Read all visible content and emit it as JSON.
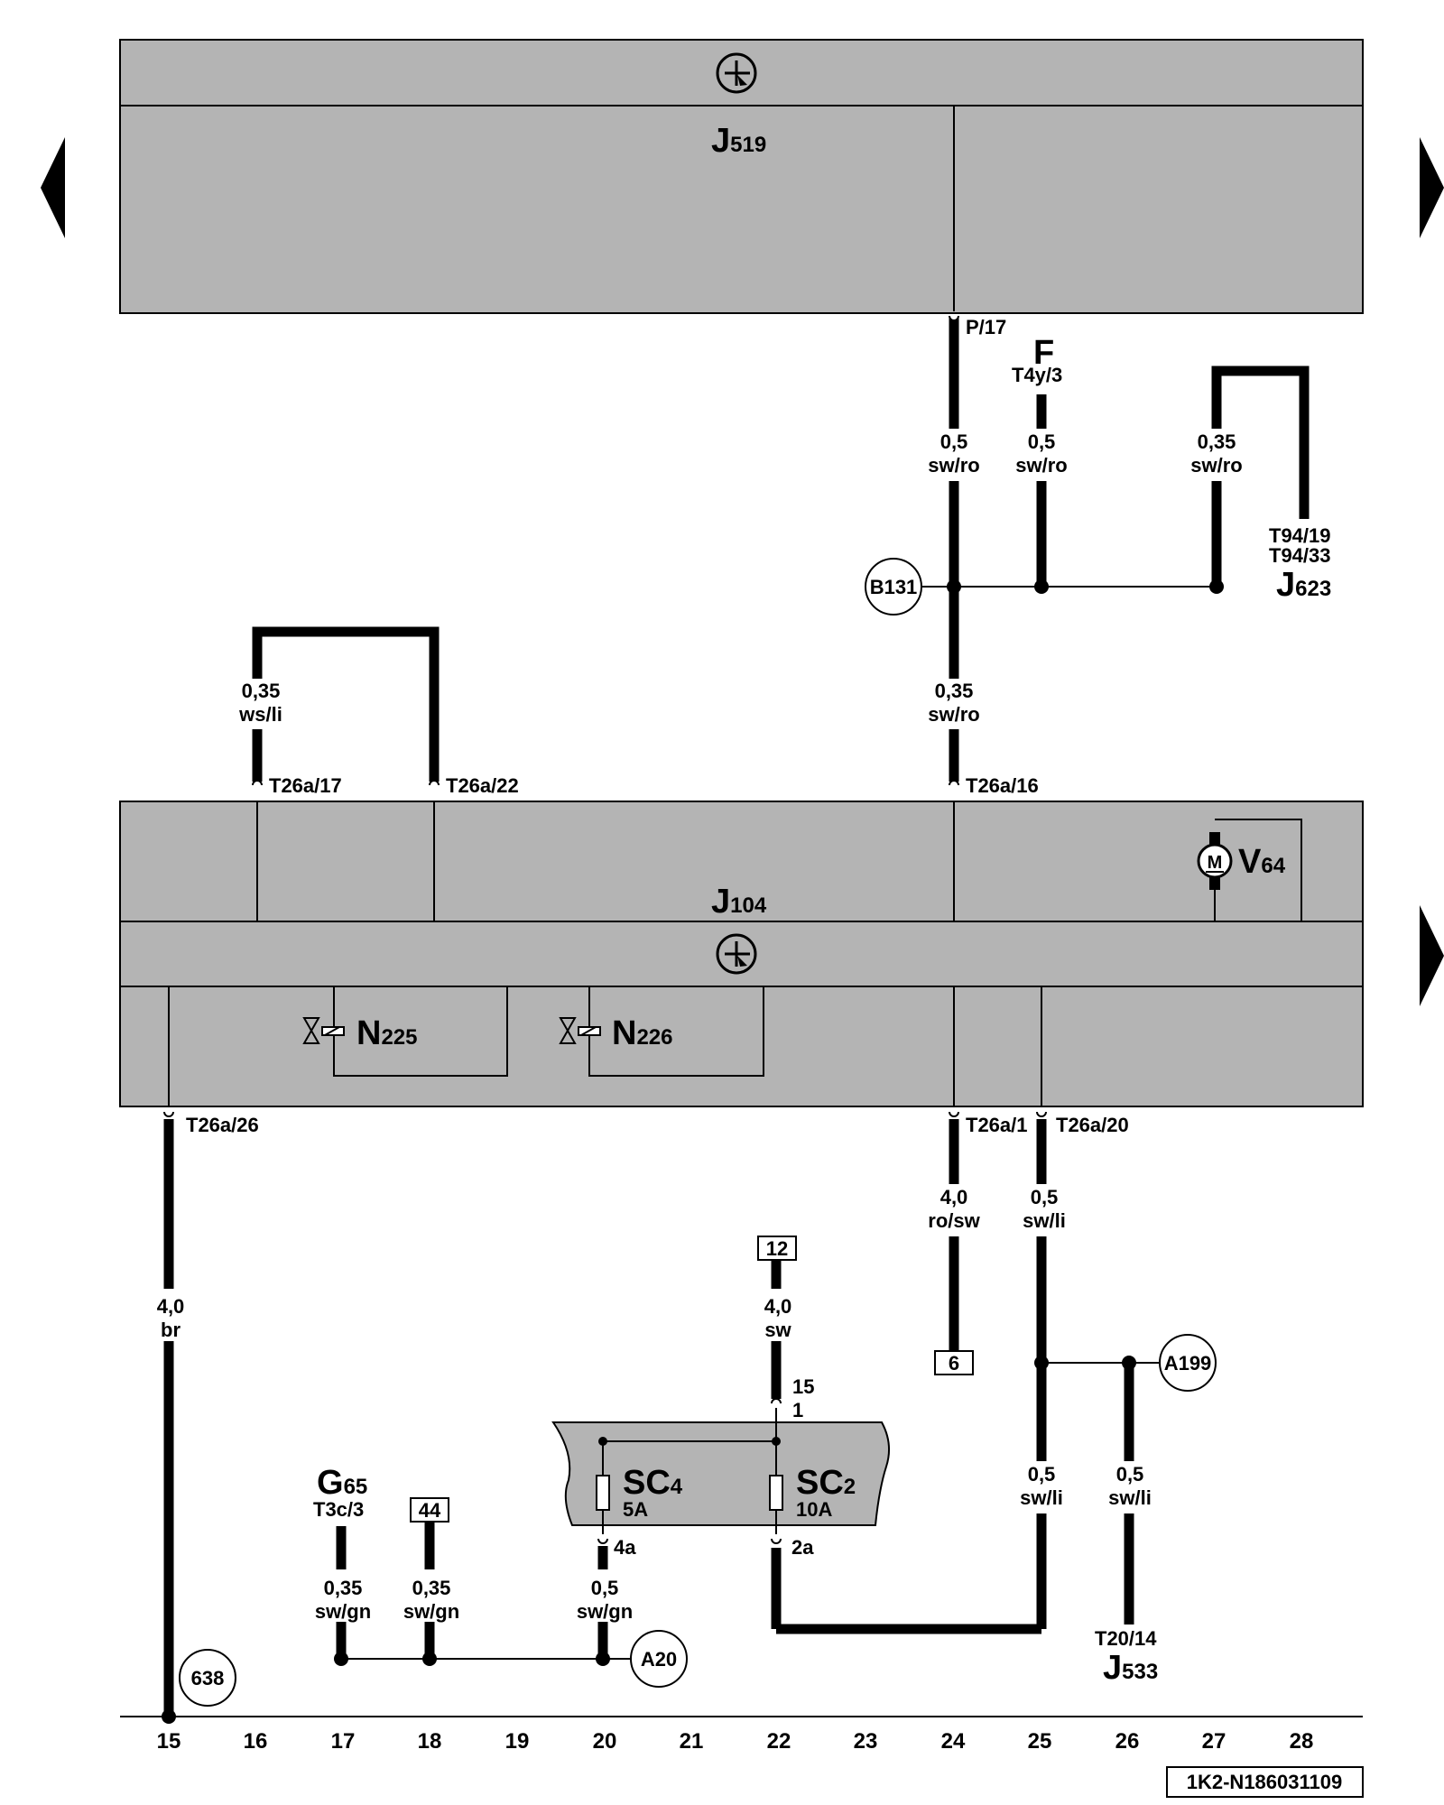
{
  "components": {
    "j519": {
      "letter": "J",
      "number": "519"
    },
    "j104": {
      "letter": "J",
      "number": "104"
    },
    "v64": {
      "letter": "V",
      "number": "64"
    },
    "n225": {
      "letter": "N",
      "number": "225"
    },
    "n226": {
      "letter": "N",
      "number": "226"
    },
    "f": {
      "letter": "F"
    },
    "j623": {
      "letter": "J",
      "number": "623"
    },
    "g65": {
      "letter": "G",
      "number": "65"
    },
    "j533": {
      "letter": "J",
      "number": "533"
    },
    "sc4": {
      "letter": "SC",
      "number": "4",
      "rating": "5A"
    },
    "sc2": {
      "letter": "SC",
      "number": "2",
      "rating": "10A"
    }
  },
  "motor_symbol": "M",
  "pins": {
    "p17": "P/17",
    "t4y3": "T4y/3",
    "t94_19": "T94/19",
    "t94_33": "T94/33",
    "t26a17": "T26a/17",
    "t26a22": "T26a/22",
    "t26a16": "T26a/16",
    "t26a26": "T26a/26",
    "t26a1": "T26a/1",
    "t26a20": "T26a/20",
    "t3c3": "T3c/3",
    "t20_14": "T20/14",
    "sc_in_15": "15",
    "sc_in_1": "1",
    "sc4_out": "4a",
    "sc2_out": "2a"
  },
  "wires": [
    {
      "size": "0,5",
      "color": "sw/ro"
    },
    {
      "size": "0,5",
      "color": "sw/ro"
    },
    {
      "size": "0,35",
      "color": "sw/ro"
    },
    {
      "size": "0,35",
      "color": "ws/li"
    },
    {
      "size": "0,35",
      "color": "sw/ro"
    },
    {
      "size": "4,0",
      "color": "ro/sw"
    },
    {
      "size": "0,5",
      "color": "sw/li"
    },
    {
      "size": "4,0",
      "color": "br"
    },
    {
      "size": "4,0",
      "color": "sw"
    },
    {
      "size": "0,5",
      "color": "sw/li"
    },
    {
      "size": "0,5",
      "color": "sw/li"
    },
    {
      "size": "0,35",
      "color": "sw/gn"
    },
    {
      "size": "0,35",
      "color": "sw/gn"
    },
    {
      "size": "0,5",
      "color": "sw/gn"
    }
  ],
  "connections": {
    "b131": "B131",
    "a199": "A199",
    "a20": "A20",
    "c638": "638"
  },
  "references": {
    "r12": "12",
    "r6": "6",
    "r44": "44"
  },
  "columns": [
    "15",
    "16",
    "17",
    "18",
    "19",
    "20",
    "21",
    "22",
    "23",
    "24",
    "25",
    "26",
    "27",
    "28"
  ],
  "doc_id": "1K2-N186031109",
  "nav": {
    "left": "page-previous",
    "right": "page-next",
    "right_lower": "page-continue"
  },
  "colors": {
    "component_fill": "#b4b4b4",
    "wire": "#000000",
    "background": "#ffffff"
  }
}
